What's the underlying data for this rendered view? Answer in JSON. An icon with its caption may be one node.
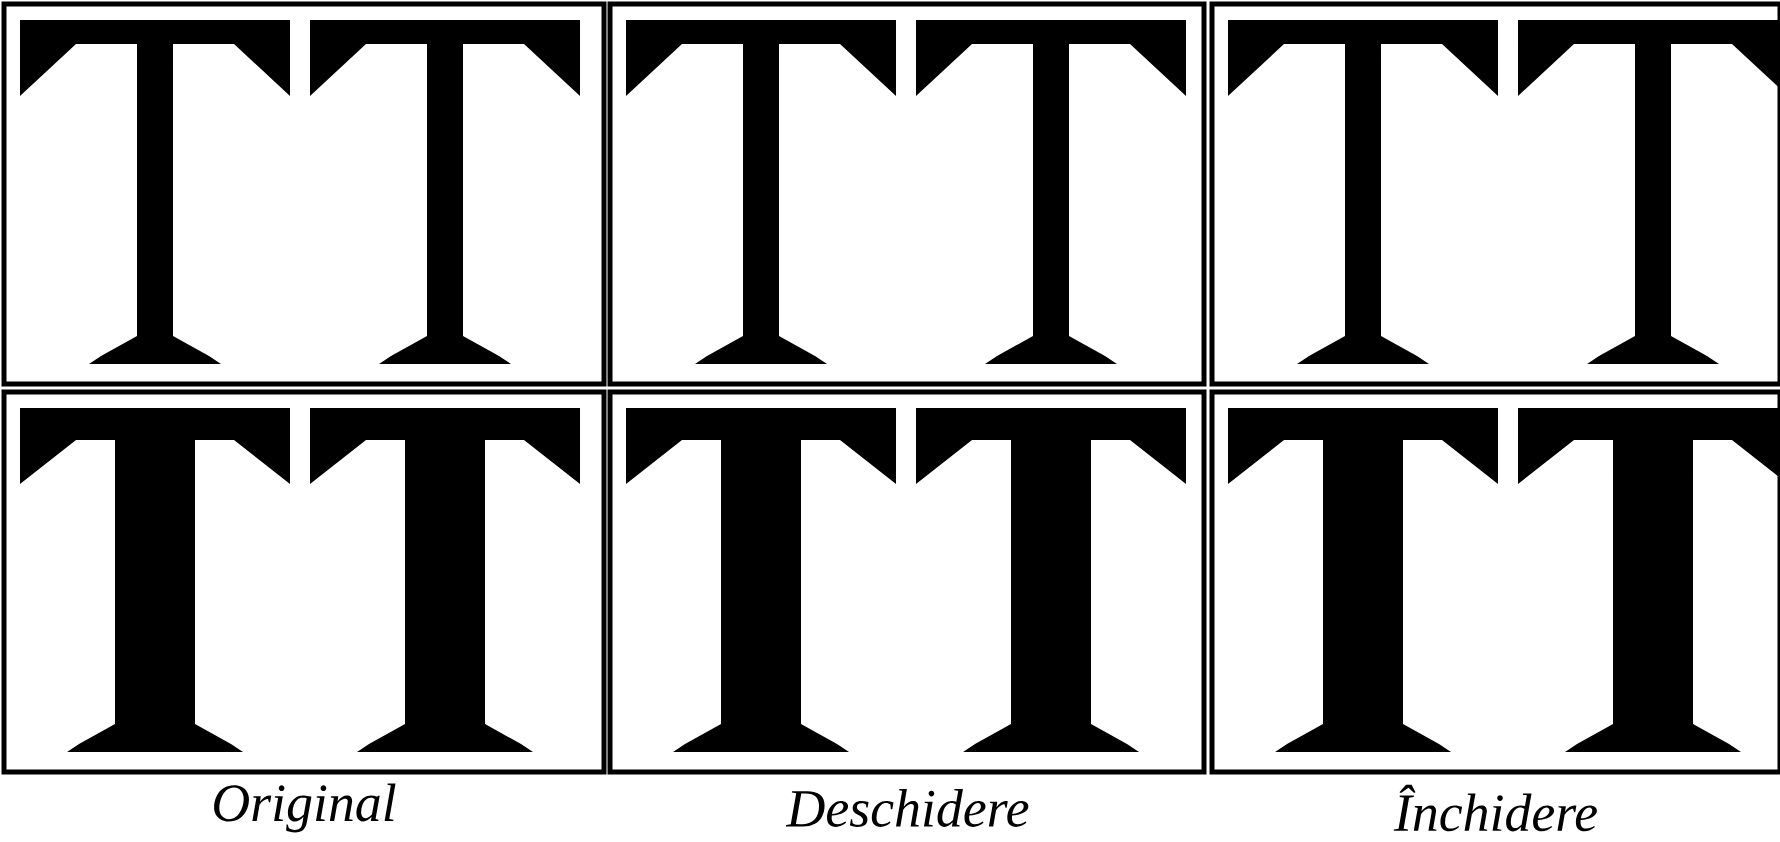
{
  "diagram": {
    "labels": [
      "Original",
      "Deschidere",
      "Închidere"
    ]
  }
}
